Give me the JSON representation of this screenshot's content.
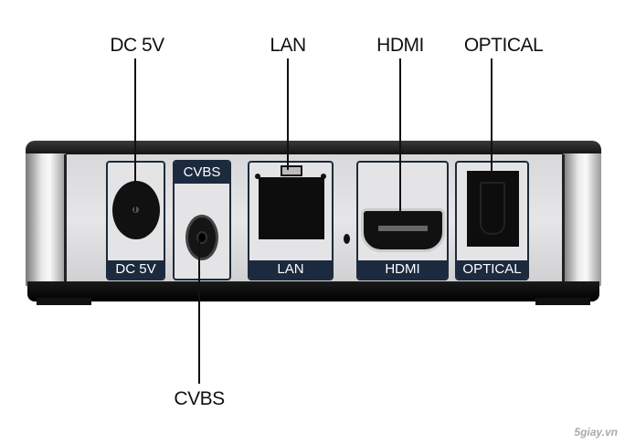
{
  "callouts": {
    "dc": "DC 5V",
    "lan": "LAN",
    "hdmi": "HDMI",
    "optical": "OPTICAL",
    "cvbs": "CVBS"
  },
  "panel_labels": {
    "dc": "DC 5V",
    "cvbs": "CVBS",
    "lan": "LAN",
    "hdmi": "HDMI",
    "optical": "OPTICAL"
  },
  "watermark": "5giay.vn",
  "colors": {
    "label_band": "#1c2a3f",
    "panel": "#e0e0e2"
  }
}
